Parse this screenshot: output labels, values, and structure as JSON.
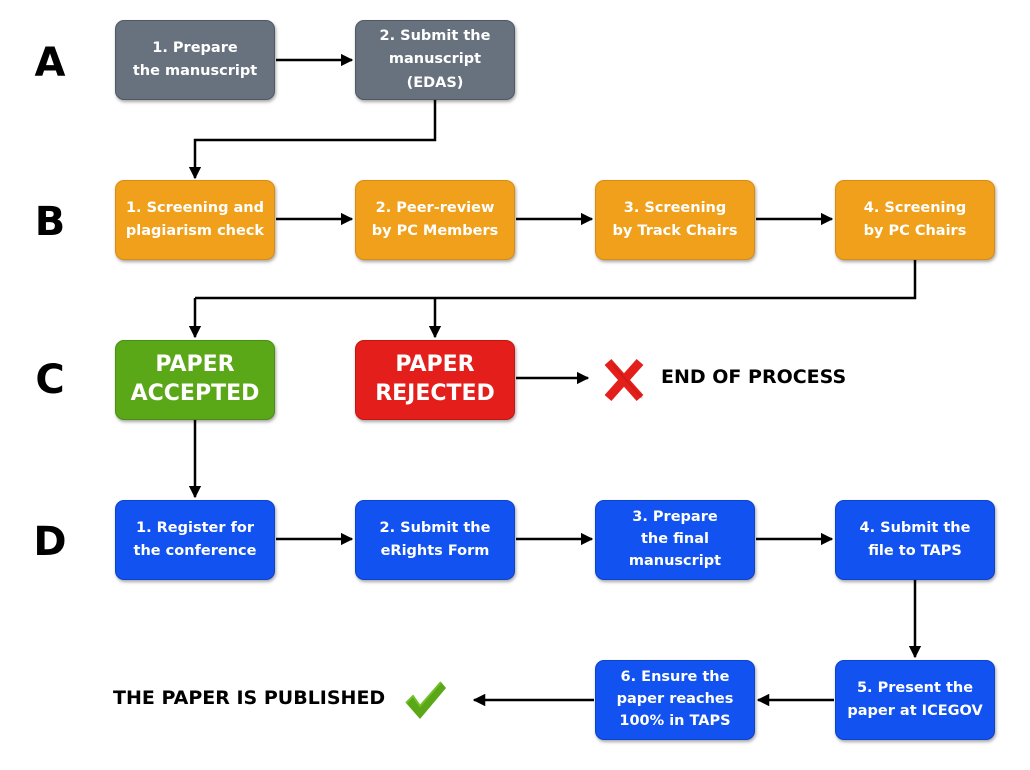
{
  "rows": [
    {
      "letter": "A"
    },
    {
      "letter": "B"
    },
    {
      "letter": "C"
    },
    {
      "letter": "D"
    }
  ],
  "stage_a": {
    "prepare": "1. Prepare\nthe manuscript",
    "submit": "2. Submit the\nmanuscript (EDAS)"
  },
  "stage_b": {
    "screening": "1. Screening and\nplagiarism check",
    "peer_review": "2. Peer-review\nby PC Members",
    "track_chairs": "3. Screening\nby Track Chairs",
    "pc_chairs": "4. Screening\nby PC Chairs"
  },
  "stage_c": {
    "accepted": "PAPER\nACCEPTED",
    "rejected": "PAPER\nREJECTED",
    "end_label": "END OF PROCESS"
  },
  "stage_d": {
    "register": "1. Register for\nthe conference",
    "erights": "2. Submit the\neRights Form",
    "final_manuscript": "3. Prepare\nthe final\nmanuscript",
    "taps_submit": "4. Submit the\nfile to TAPS",
    "present": "5. Present the\npaper at ICEGOV",
    "ensure": "6. Ensure the\npaper reaches\n100% in TAPS",
    "published_label": "THE PAPER IS PUBLISHED"
  },
  "colors": {
    "stage_a": "#67727e",
    "stage_b": "#f0a01b",
    "accepted": "#5aa717",
    "rejected": "#e31e1b",
    "stage_d": "#1152f0",
    "cross": "#e31e1b",
    "check": "#5aa717"
  },
  "icons": {
    "end": "cross-icon",
    "published": "checkmark-icon"
  }
}
